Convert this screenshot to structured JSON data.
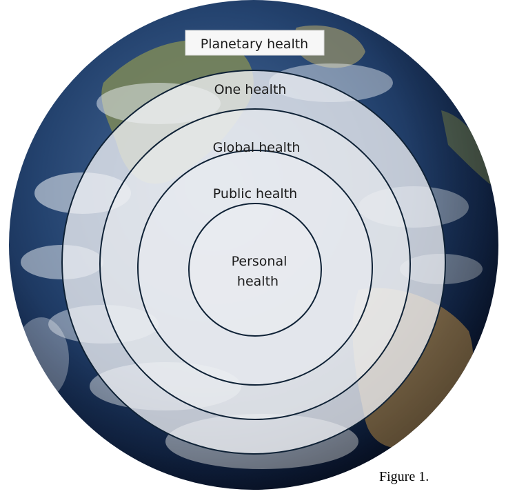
{
  "diagram": {
    "labels": {
      "planetary": "Planetary health",
      "one": "One health",
      "global": "Global health",
      "public": "Public health",
      "personal_line1": "Personal",
      "personal_line2": "health"
    },
    "colors": {
      "ocean_deep": "#0d1d3c",
      "ocean": "#2a4a78",
      "cloud": "#e6ecf2",
      "land_green": "#7a8a55",
      "land_brown": "#9a7a4c",
      "ring_stroke": "#0f2236",
      "ring_fill": "#eef0f3",
      "label_box": "#f7f7f7"
    }
  },
  "caption": "Figure 1."
}
